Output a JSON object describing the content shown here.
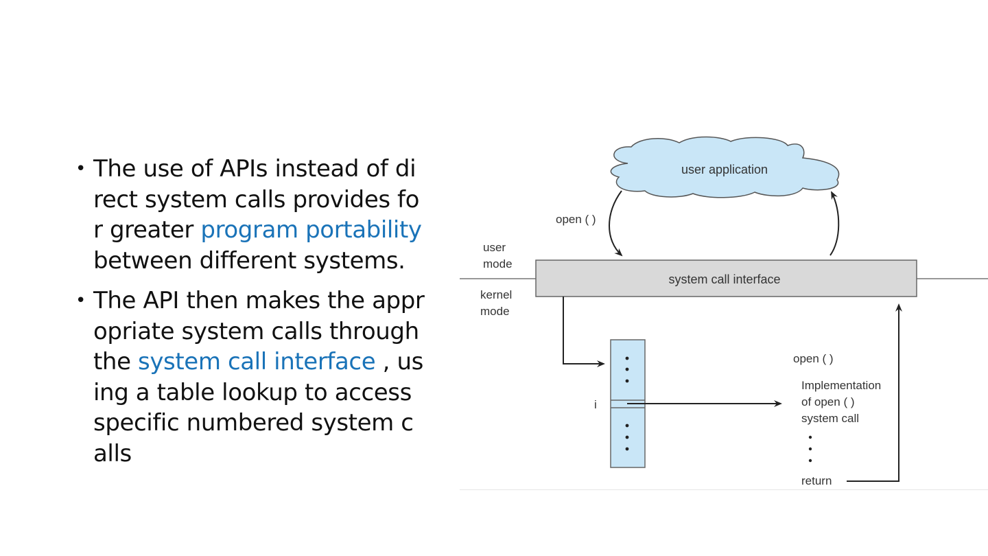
{
  "slide": {
    "bullets": [
      {
        "lines": [
          {
            "pre": "The use of APIs instead of di",
            "link": "",
            "post": ""
          },
          {
            "pre": "rect system calls provides fo",
            "link": "",
            "post": ""
          },
          {
            "pre": "r greater ",
            "link": "program portability",
            "post": ""
          },
          {
            "pre": "between different systems.",
            "link": "",
            "post": ""
          }
        ]
      },
      {
        "lines": [
          {
            "pre": "The API then makes the appr",
            "link": "",
            "post": ""
          },
          {
            "pre": "opriate system calls through",
            "link": "",
            "post": ""
          },
          {
            "pre": "the ",
            "link": "system call interface",
            "post": " , us"
          },
          {
            "pre": "ing a table lookup to access",
            "link": "",
            "post": ""
          },
          {
            "pre": "specific numbered system c",
            "link": "",
            "post": ""
          },
          {
            "pre": "alls",
            "link": "",
            "post": ""
          }
        ]
      }
    ],
    "link_color": "#1a73b8"
  },
  "diagram": {
    "cloud_label": "user application",
    "call_label": "open ( )",
    "user_mode_label": [
      "user",
      "mode"
    ],
    "kernel_mode_label": [
      "kernel",
      "mode"
    ],
    "interface_label": "system call interface",
    "table_index_label": "i",
    "impl_title": "open ( )",
    "impl_lines": [
      "Implementation",
      "of open ( )",
      "system call"
    ],
    "return_label": "return",
    "colors": {
      "cloud_fill": "#c9e6f7",
      "interface_fill": "#d9d9d9",
      "table_fill": "#c9e6f7"
    }
  }
}
